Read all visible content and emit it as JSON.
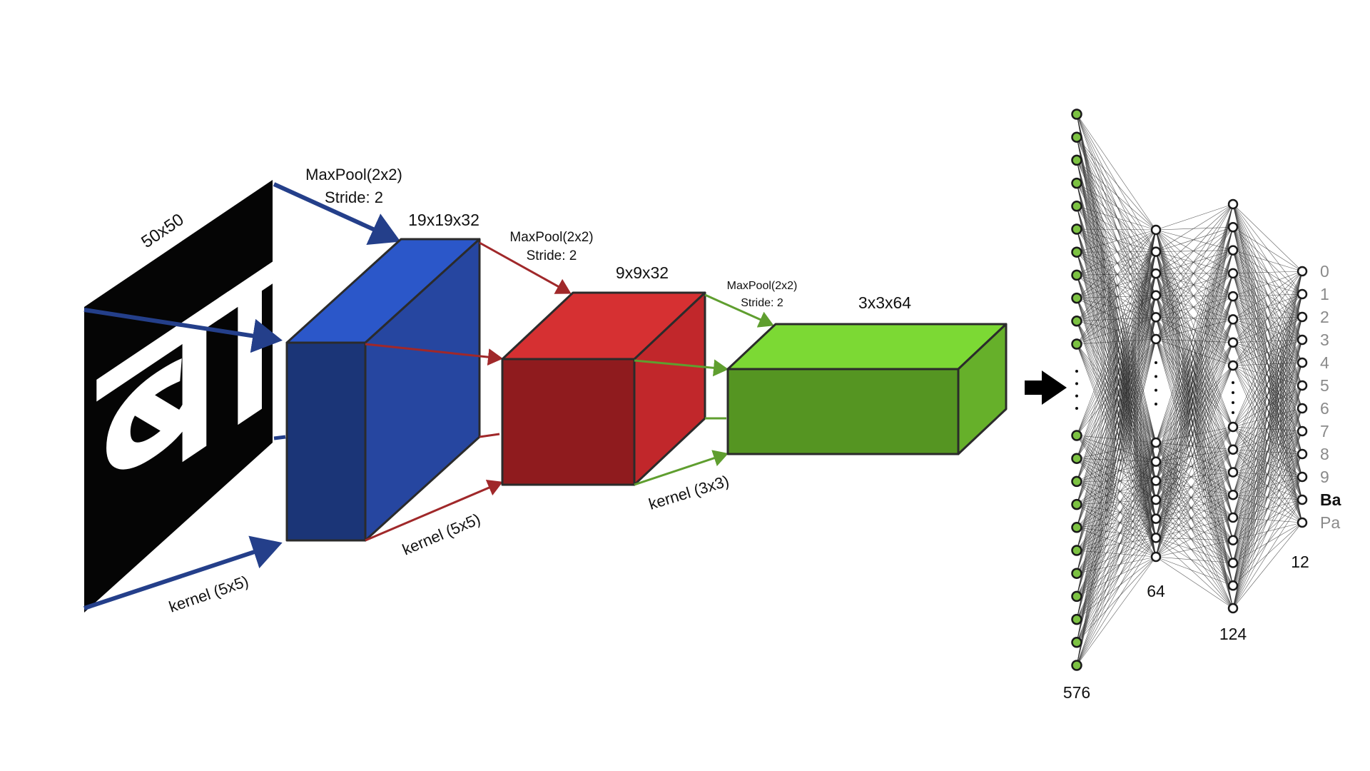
{
  "input": {
    "size_label": "50x50",
    "glyph": "बा",
    "kernel_label": "kernel (5x5)",
    "pool_label_1": "MaxPool(2x2)",
    "pool_label_2": "Stride: 2"
  },
  "conv1": {
    "shape_label": "19x19x32",
    "kernel_label": "kernel (5x5)",
    "pool_label_1": "MaxPool(2x2)",
    "pool_label_2": "Stride: 2"
  },
  "conv2": {
    "shape_label": "9x9x32",
    "kernel_label": "kernel (3x3)",
    "pool_label_1": "MaxPool(2x2)",
    "pool_label_2": "Stride: 2"
  },
  "conv3": {
    "shape_label": "3x3x64"
  },
  "dense": {
    "layer_sizes": [
      "576",
      "64",
      "124",
      "12"
    ],
    "outputs": [
      "0",
      "1",
      "2",
      "3",
      "4",
      "5",
      "6",
      "7",
      "8",
      "9",
      "Ba",
      "Pa"
    ]
  },
  "colors": {
    "blue_arrow": "#243f8a",
    "red_arrow": "#a0282a",
    "green_arrow": "#5f9e2f",
    "blue_front": "#1b3577",
    "blue_side": "#2646a0",
    "blue_top": "#2b57c9",
    "red_front": "#8f1b1e",
    "red_side": "#c1272b",
    "red_top": "#d63032",
    "green_front": "#559522",
    "green_side": "#66b02a",
    "green_top": "#7cd934",
    "node_green": "#7cc242"
  }
}
